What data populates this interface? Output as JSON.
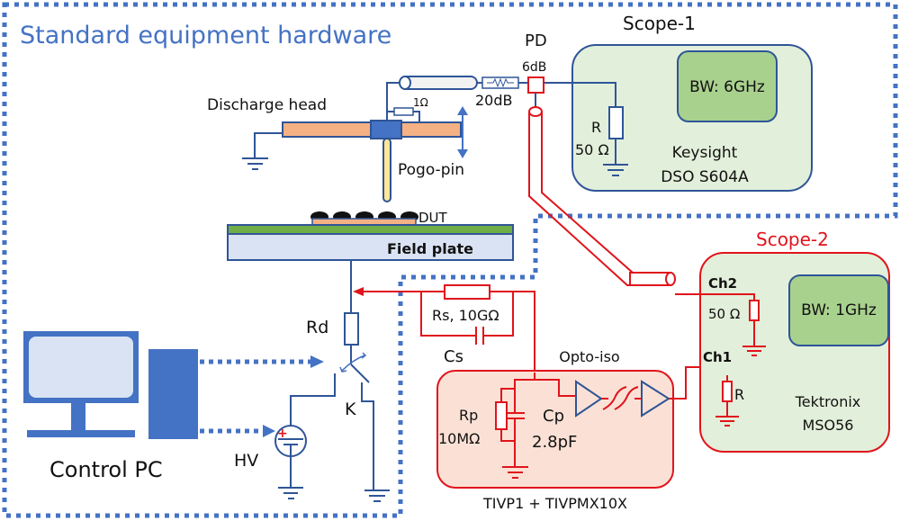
{
  "title": "Standard equipment hardware",
  "colors": {
    "dotted_border": "#4472c4",
    "wire_blue": "#2f5597",
    "wire_red": "#e0141c",
    "scope1_fill": "#e2efda",
    "bw_fill": "#a9d18e",
    "probe_fill": "#fbe1d5",
    "head_fill": "#f4b183",
    "field_plate_fill": "#dae3f3",
    "field_plate_top": "#70ad47",
    "pogo_fill": "#ffe699",
    "pc_fill": "#4472c4",
    "pc_screen": "#dae3f3"
  },
  "labels": {
    "discharge_head": "Discharge head",
    "one_ohm": "1Ω",
    "pogo_pin": "Pogo-pin",
    "attenuator": "20dB",
    "pd": "PD",
    "pd_db": "6dB",
    "dut": "DUT",
    "field_plate": "Field plate",
    "rd": "Rd",
    "k": "K",
    "hv": "HV",
    "control_pc": "Control PC",
    "rs": "Rs, 10GΩ",
    "cs": "Cs",
    "rp": "Rp",
    "rp_value": "10MΩ",
    "cp": "Cp",
    "cp_value": "2.8pF",
    "opto_iso": "Opto-iso",
    "probe_name": "TIVP1 + TIVPMX10X"
  },
  "scope1": {
    "title": "Scope-1",
    "bw": "BW: 6GHz",
    "r_label": "R",
    "r_value": "50 Ω",
    "vendor": "Keysight",
    "model": "DSO S604A"
  },
  "scope2": {
    "title": "Scope-2",
    "bw": "BW: 1GHz",
    "ch2": "Ch2",
    "ch2_r": "50 Ω",
    "ch1": "Ch1",
    "ch1_r": "R",
    "vendor": "Tektronix",
    "model": "MSO56"
  }
}
